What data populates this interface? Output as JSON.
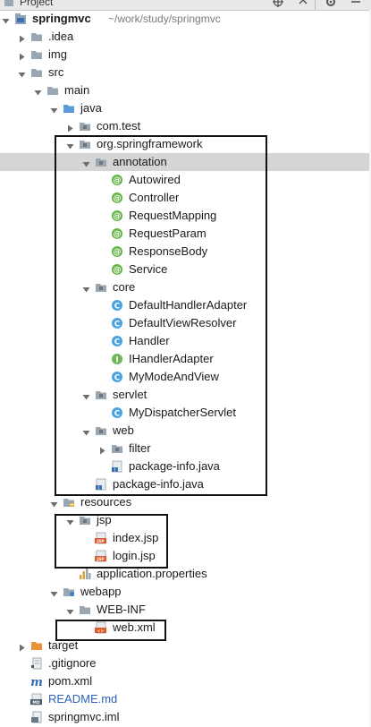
{
  "header": {
    "title": "Project"
  },
  "rows": [
    {
      "id": "springmvc",
      "depth": 0,
      "expanded": true,
      "icon": "module",
      "label": "springmvc",
      "muted": "~/work/study/springmvc",
      "bold": true
    },
    {
      "id": "idea",
      "depth": 1,
      "expanded": false,
      "icon": "folder",
      "label": ".idea"
    },
    {
      "id": "img",
      "depth": 1,
      "expanded": false,
      "icon": "folder",
      "label": "img"
    },
    {
      "id": "src",
      "depth": 1,
      "expanded": true,
      "icon": "folder",
      "label": "src"
    },
    {
      "id": "main",
      "depth": 2,
      "expanded": true,
      "icon": "folder",
      "label": "main"
    },
    {
      "id": "java",
      "depth": 3,
      "expanded": true,
      "icon": "folder-src",
      "label": "java"
    },
    {
      "id": "com-test",
      "depth": 4,
      "expanded": false,
      "icon": "package",
      "label": "com.test"
    },
    {
      "id": "org-springframework",
      "depth": 4,
      "expanded": true,
      "icon": "package",
      "label": "org.springframework"
    },
    {
      "id": "annotation",
      "depth": 5,
      "expanded": true,
      "icon": "package",
      "label": "annotation",
      "selected": true
    },
    {
      "id": "autowired",
      "depth": 6,
      "icon": "annotation",
      "label": "Autowired"
    },
    {
      "id": "controller",
      "depth": 6,
      "icon": "annotation",
      "label": "Controller"
    },
    {
      "id": "requestmapping",
      "depth": 6,
      "icon": "annotation",
      "label": "RequestMapping"
    },
    {
      "id": "requestparam",
      "depth": 6,
      "icon": "annotation",
      "label": "RequestParam"
    },
    {
      "id": "responsebody",
      "depth": 6,
      "icon": "annotation",
      "label": "ResponseBody"
    },
    {
      "id": "service",
      "depth": 6,
      "icon": "annotation",
      "label": "Service"
    },
    {
      "id": "core",
      "depth": 5,
      "expanded": true,
      "icon": "package",
      "label": "core"
    },
    {
      "id": "defaulthandleradapter",
      "depth": 6,
      "icon": "class",
      "label": "DefaultHandlerAdapter"
    },
    {
      "id": "defaultviewresolver",
      "depth": 6,
      "icon": "class",
      "label": "DefaultViewResolver"
    },
    {
      "id": "handler",
      "depth": 6,
      "icon": "class",
      "label": "Handler"
    },
    {
      "id": "ihandleradapter",
      "depth": 6,
      "icon": "interface",
      "label": "IHandlerAdapter"
    },
    {
      "id": "mymodeandview",
      "depth": 6,
      "icon": "class",
      "label": "MyModeAndView"
    },
    {
      "id": "servlet",
      "depth": 5,
      "expanded": true,
      "icon": "package",
      "label": "servlet"
    },
    {
      "id": "mydispatcherservlet",
      "depth": 6,
      "icon": "class",
      "label": "MyDispatcherServlet"
    },
    {
      "id": "web",
      "depth": 5,
      "expanded": true,
      "icon": "package",
      "label": "web"
    },
    {
      "id": "filter",
      "depth": 6,
      "expanded": false,
      "icon": "package",
      "label": "filter"
    },
    {
      "id": "package-info-web",
      "depth": 6,
      "icon": "javafile",
      "label": "package-info.java"
    },
    {
      "id": "package-info-org",
      "depth": 5,
      "icon": "javafile",
      "label": "package-info.java"
    },
    {
      "id": "resources",
      "depth": 3,
      "expanded": true,
      "icon": "folder-res",
      "label": "resources"
    },
    {
      "id": "jsp",
      "depth": 4,
      "expanded": true,
      "icon": "package",
      "label": "jsp"
    },
    {
      "id": "index-jsp",
      "depth": 5,
      "icon": "jsp",
      "label": "index.jsp"
    },
    {
      "id": "login-jsp",
      "depth": 5,
      "icon": "jsp",
      "label": "login.jsp"
    },
    {
      "id": "application-properties",
      "depth": 4,
      "icon": "properties",
      "label": "application.properties"
    },
    {
      "id": "webapp",
      "depth": 3,
      "expanded": true,
      "icon": "folder-web",
      "label": "webapp"
    },
    {
      "id": "web-inf",
      "depth": 4,
      "expanded": true,
      "icon": "folder",
      "label": "WEB-INF"
    },
    {
      "id": "web-xml",
      "depth": 5,
      "icon": "xml",
      "label": "web.xml"
    },
    {
      "id": "target",
      "depth": 1,
      "expanded": false,
      "icon": "folder-orange",
      "label": "target"
    },
    {
      "id": "gitignore",
      "depth": 1,
      "icon": "textfile",
      "label": ".gitignore"
    },
    {
      "id": "pom-xml",
      "depth": 1,
      "icon": "maven",
      "label": "pom.xml"
    },
    {
      "id": "readme",
      "depth": 1,
      "icon": "md",
      "label": "README.md",
      "link": true
    },
    {
      "id": "springmvc-iml",
      "depth": 1,
      "icon": "iml",
      "label": "springmvc.iml"
    }
  ],
  "highlights": [
    {
      "name": "org-springframework-box"
    },
    {
      "name": "jsp-box"
    },
    {
      "name": "web-xml-box"
    }
  ]
}
